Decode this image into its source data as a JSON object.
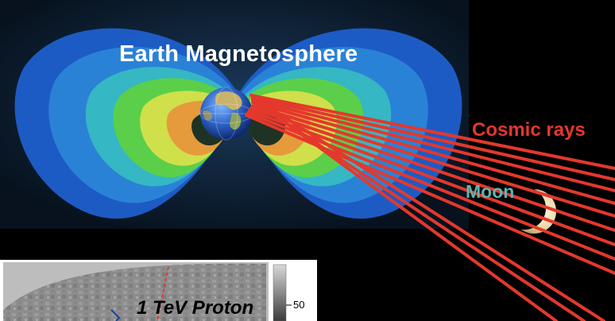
{
  "title": "Earth Magnetosphere",
  "labels": {
    "cosmic_rays": "Cosmic rays",
    "moon": "Moon",
    "inset": "1 TeV Proton"
  },
  "colorbar": {
    "tick": "50"
  },
  "icons": {
    "earth": "earth-globe",
    "moon": "crescent-moon"
  },
  "colors": {
    "background": "#000000",
    "rays": "#e4382d",
    "moon_label": "#5fb3b0",
    "title": "#ffffff"
  }
}
